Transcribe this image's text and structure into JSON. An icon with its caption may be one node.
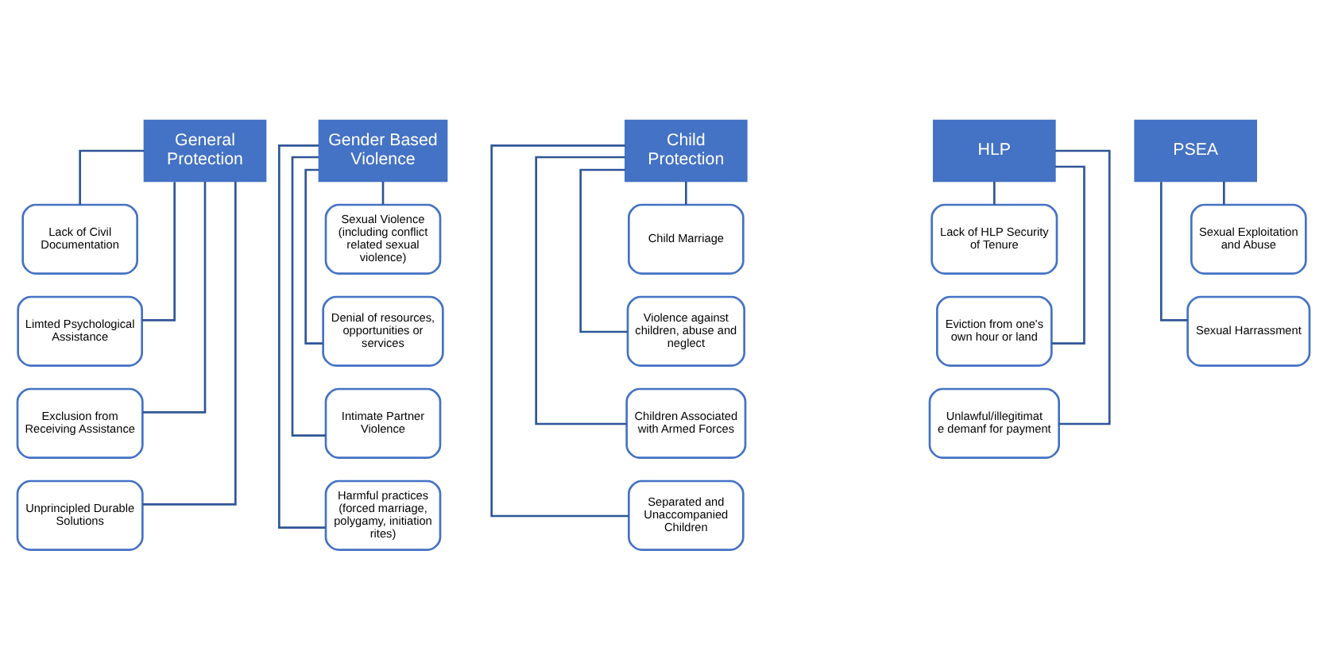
{
  "diagram": {
    "nodes": [
      {
        "text": [
          "General Protection"
        ]
      },
      {
        "text": [
          "Lack of Civil Documentation"
        ]
      },
      {
        "text": [
          "Limted Psychological Assistance"
        ]
      },
      {
        "text": [
          "Exclusion from Receiving Assistance"
        ]
      },
      {
        "text": [
          "Unprincipled Durable Solutions"
        ]
      },
      {
        "text": [
          "Gender Based Violence"
        ]
      },
      {
        "text": [
          "Sexual Violence (including conflict related sexual violence)"
        ]
      },
      {
        "text": [
          "Denial of resources, opportunities or services"
        ]
      },
      {
        "text": [
          "Intimate Partner Violence"
        ]
      },
      {
        "text": [
          "Harmful practices (forced marriage, polygamy, initiation rites)"
        ]
      },
      {
        "text": [
          "Child Protection"
        ]
      },
      {
        "text": [
          "Child Marriage"
        ]
      },
      {
        "text": [
          "Violence against children, abuse and neglect"
        ]
      },
      {
        "text": [
          "Children Associated with Armed Forces"
        ]
      },
      {
        "text": [
          "Separated and Unaccompanied Children"
        ]
      },
      {
        "text": [
          "HLP"
        ]
      },
      {
        "text": [
          "Lack of HLP Security of Tenure"
        ]
      },
      {
        "text": [
          "Eviction from one's own hour or land"
        ]
      },
      {
        "text": [
          "Unlawful/illegitimate demanf for payment"
        ]
      },
      {
        "text": [
          "PSEA"
        ]
      },
      {
        "text": [
          "Sexual Exploitation and Abuse"
        ]
      },
      {
        "text": [
          "Sexual Harrassment"
        ]
      }
    ],
    "edges": [
      {
        "from": 0,
        "to": 1,
        "arrow": "none"
      },
      {
        "from": 0,
        "to": 2,
        "arrow": "none"
      },
      {
        "from": 0,
        "to": 3,
        "arrow": "none"
      },
      {
        "from": 0,
        "to": 4,
        "arrow": "none"
      },
      {
        "from": 5,
        "to": 6,
        "arrow": "none"
      },
      {
        "from": 5,
        "to": 7,
        "arrow": "none"
      },
      {
        "from": 5,
        "to": 8,
        "arrow": "none"
      },
      {
        "from": 5,
        "to": 9,
        "arrow": "none"
      },
      {
        "from": 10,
        "to": 11,
        "arrow": "none"
      },
      {
        "from": 10,
        "to": 12,
        "arrow": "none"
      },
      {
        "from": 10,
        "to": 13,
        "arrow": "none"
      },
      {
        "from": 10,
        "to": 14,
        "arrow": "none"
      },
      {
        "from": 15,
        "to": 16,
        "arrow": "none"
      },
      {
        "from": 15,
        "to": 17,
        "arrow": "none"
      },
      {
        "from": 15,
        "to": 18,
        "arrow": "none"
      },
      {
        "from": 19,
        "to": 20,
        "arrow": "none"
      },
      {
        "from": 19,
        "to": 21,
        "arrow": "none"
      }
    ]
  }
}
